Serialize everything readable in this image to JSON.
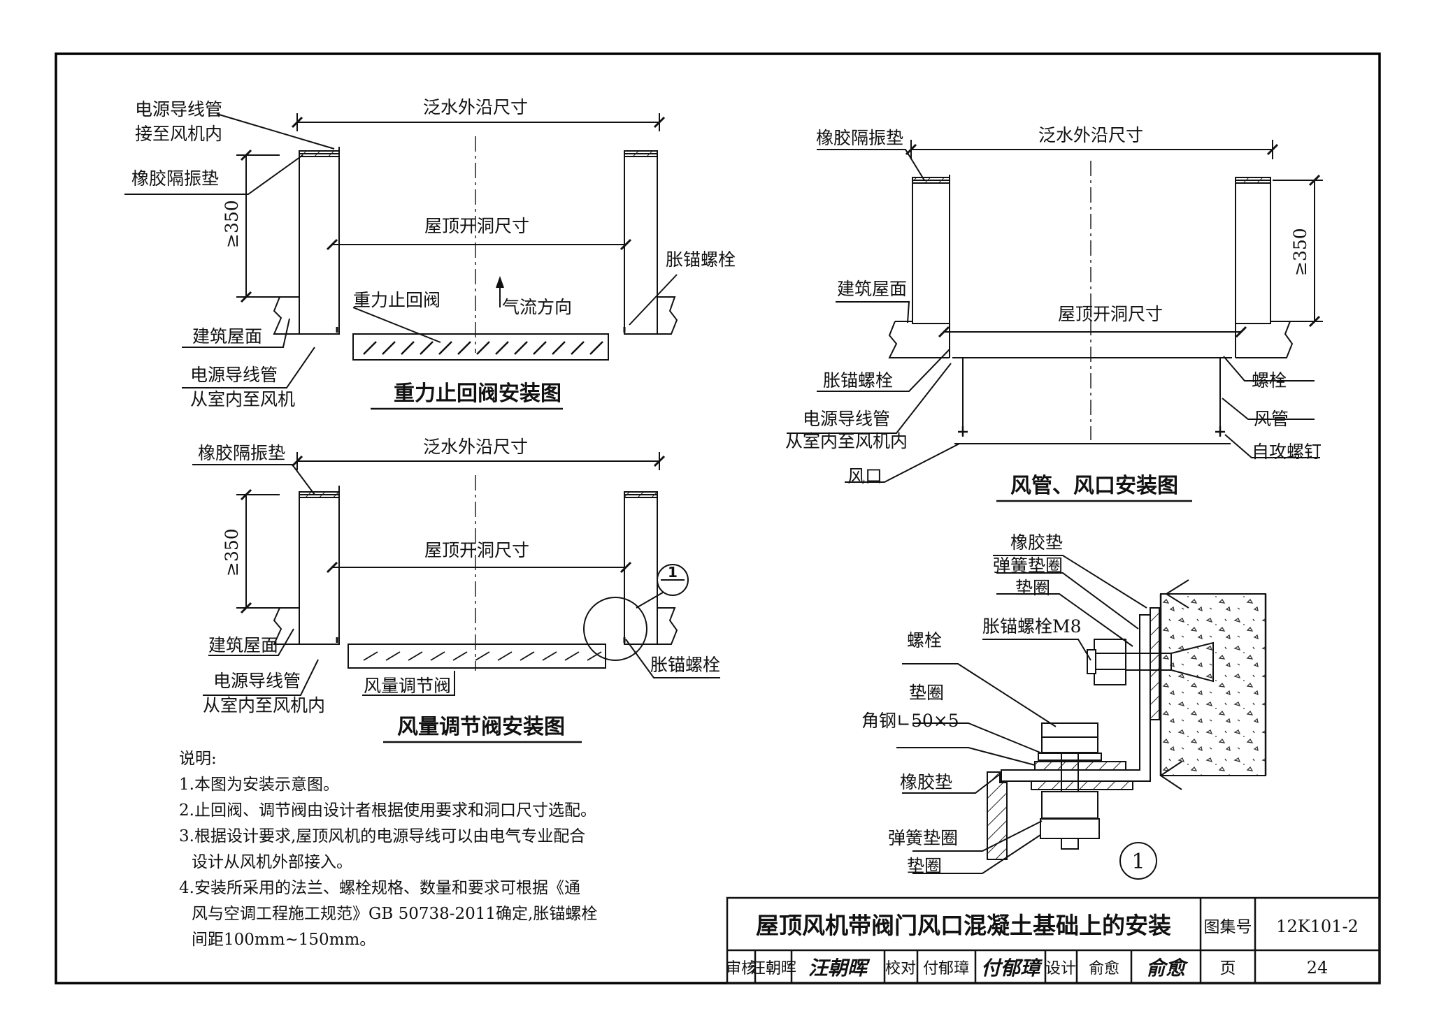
{
  "diagram": {
    "fig1": {
      "title": "重力止回阀安装图",
      "top_dim": "泛水外沿尺寸",
      "opening_dim": "屋顶开洞尺寸",
      "height_dim": "≥350",
      "labels": {
        "power_conduit_to_fan": [
          "电源导线管",
          "接至风机内"
        ],
        "rubber_pad": "橡胶隔振垫",
        "anchor_bolt": "胀锚螺栓",
        "gravity_damper": "重力止回阀",
        "airflow": "气流方向",
        "roof": "建筑屋面",
        "power_conduit_from_room": [
          "电源导线管",
          "从室内至风机"
        ]
      }
    },
    "fig2": {
      "title": "风量调节阀安装图",
      "top_dim": "泛水外沿尺寸",
      "opening_dim": "屋顶开洞尺寸",
      "height_dim": "≥350",
      "detail_ref": "1",
      "labels": {
        "rubber_pad": "橡胶隔振垫",
        "roof": "建筑屋面",
        "power_conduit": [
          "电源导线管",
          "从室内至风机内"
        ],
        "volume_damper": "风量调节阀",
        "anchor_bolt": "胀锚螺栓"
      }
    },
    "fig3": {
      "title": "风管、风口安装图",
      "top_dim": "泛水外沿尺寸",
      "opening_dim": "屋顶开洞尺寸",
      "height_dim": "≥350",
      "labels": {
        "rubber_pad": "橡胶隔振垫",
        "roof": "建筑屋面",
        "anchor_bolt": "胀锚螺栓",
        "power_conduit": [
          "电源导线管",
          "从室内至风机内"
        ],
        "outlet": "风口",
        "bolt": "螺栓",
        "duct": "风管",
        "self_tapping_screw": "自攻螺钉"
      }
    },
    "detail": {
      "number": "1",
      "labels": {
        "rubber_pad_top": "橡胶垫",
        "spring_washer_top": "弹簧垫圈",
        "washer_top": "垫圈",
        "anchor_bolt_m8": "胀锚螺栓M8",
        "bolt": "螺栓",
        "washer_mid": "垫圈",
        "angle_steel": "角钢∟50×5",
        "rubber_pad_bottom": "橡胶垫",
        "spring_washer_bottom": "弹簧垫圈",
        "washer_bottom": "垫圈"
      }
    }
  },
  "notes": {
    "heading": "说明:",
    "items": [
      "1.本图为安装示意图。",
      "2.止回阀、调节阀由设计者根据使用要求和洞口尺寸选配。",
      "3.根据设计要求,屋顶风机的电源导线可以由电气专业配合",
      "设计从风机外部接入。",
      "4.安装所采用的法兰、螺栓规格、数量和要求可根据《通",
      "风与空调工程施工规范》GB 50738-2011确定,胀锚螺栓",
      "间距100mm~150mm。"
    ]
  },
  "title_block": {
    "title": "屋顶风机带阀门风口混凝土基础上的安装",
    "atlas_label": "图集号",
    "atlas_no": "12K101-2",
    "review_label": "审核",
    "reviewer": "汪朝晖",
    "reviewer_signature": "汪朝晖",
    "check_label": "校对",
    "checker": "付郁璋",
    "checker_signature": "付郁璋",
    "design_label": "设计",
    "designer": "俞愈",
    "designer_signature": "俞愈",
    "page_label": "页",
    "page_no": "24"
  }
}
